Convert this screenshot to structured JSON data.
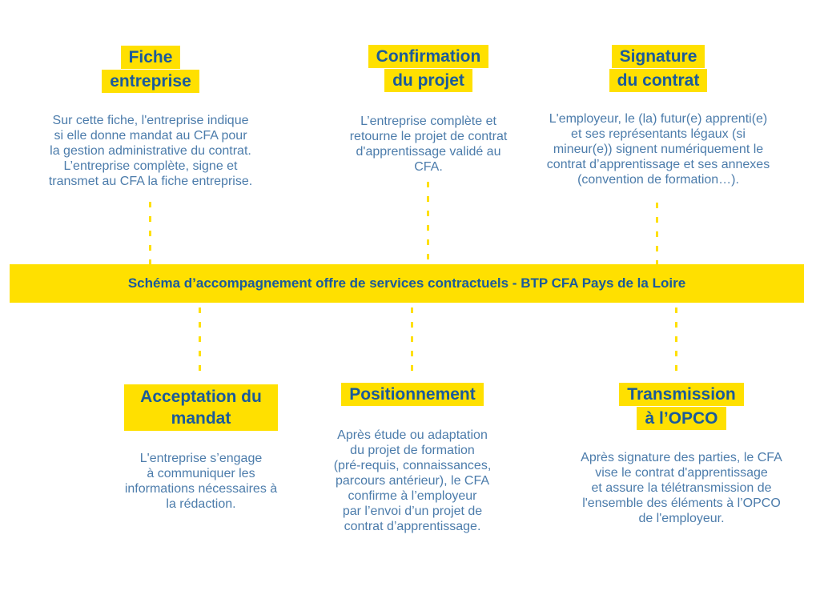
{
  "colors": {
    "highlight_yellow": "#FFE000",
    "title_blue": "#1A5A9B",
    "body_blue": "#4C7CAB",
    "background": "#FFFFFF"
  },
  "banner": {
    "text": "Schéma d’accompagnement offre de services contractuels - BTP CFA Pays de la Loire"
  },
  "steps": {
    "top": [
      {
        "title": "Fiche\nentreprise",
        "body": "Sur cette fiche, l'entreprise indique\nsi elle donne mandat au CFA pour\nla gestion administrative du contrat.\nL’entreprise complète, signe et\ntransmet au CFA la fiche entreprise."
      },
      {
        "title": "Confirmation\ndu projet",
        "body": "L’entreprise complète et\nretourne le projet de contrat\nd'apprentissage validé au\nCFA."
      },
      {
        "title": "Signature\ndu contrat",
        "body": "L'employeur, le (la) futur(e) apprenti(e)\net ses représentants légaux (si\nmineur(e)) signent numériquement le\ncontrat d’apprentissage et ses annexes\n(convention de formation…)."
      }
    ],
    "bottom": [
      {
        "title": "Acceptation du\nmandat",
        "body": "L'entreprise s’engage\nà communiquer les\ninformations nécessaires à\nla rédaction."
      },
      {
        "title": "Positionnement",
        "body": "Après étude ou adaptation\ndu projet de formation\n(pré-requis, connaissances,\nparcours antérieur), le CFA\nconfirme à l’employeur\npar l’envoi d’un projet de\ncontrat d’apprentissage."
      },
      {
        "title": "Transmission\nà l’OPCO",
        "body": "Après signature des parties, le CFA\nvise le contrat d'apprentissage\net assure la télétransmission de\nl'ensemble des éléments à l’OPCO\nde l'employeur."
      }
    ]
  }
}
